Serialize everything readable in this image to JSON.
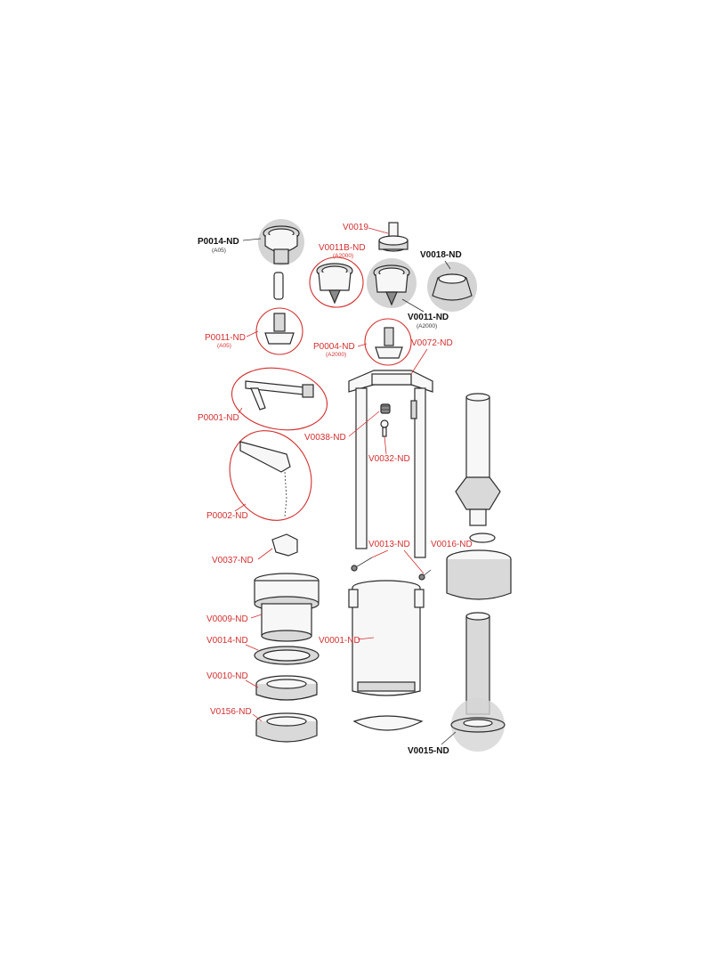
{
  "colors": {
    "label_red": "#d32f2f",
    "label_dark": "#111111",
    "highlight_grey": "#d4d4d4",
    "outline": "#2b2b2b"
  },
  "labels": {
    "p0014": "P0014-ND",
    "p0014_sub": "(A05)",
    "v0019": "V0019",
    "v0011b": "V0011B-ND",
    "v0011b_sub": "(A2000)",
    "v0018": "V0018-ND",
    "v0011": "V0011-ND",
    "v0011_sub": "(A2000)",
    "p0011": "P0011-ND",
    "p0011_sub": "(A05)",
    "p0004": "P0004-ND",
    "p0004_sub": "(A2000)",
    "v0072": "V0072-ND",
    "p0001": "P0001-ND",
    "v0038": "V0038-ND",
    "v0032": "V0032-ND",
    "p0002": "P0002-ND",
    "v0013": "V0013-ND",
    "v0016": "V0016-ND",
    "v0037": "V0037-ND",
    "v0009": "V0009-ND",
    "v0001": "V0001-ND",
    "v0014": "V0014-ND",
    "v0010": "V0010-ND",
    "v0156": "V0156-ND",
    "v0015": "V0015-ND"
  }
}
